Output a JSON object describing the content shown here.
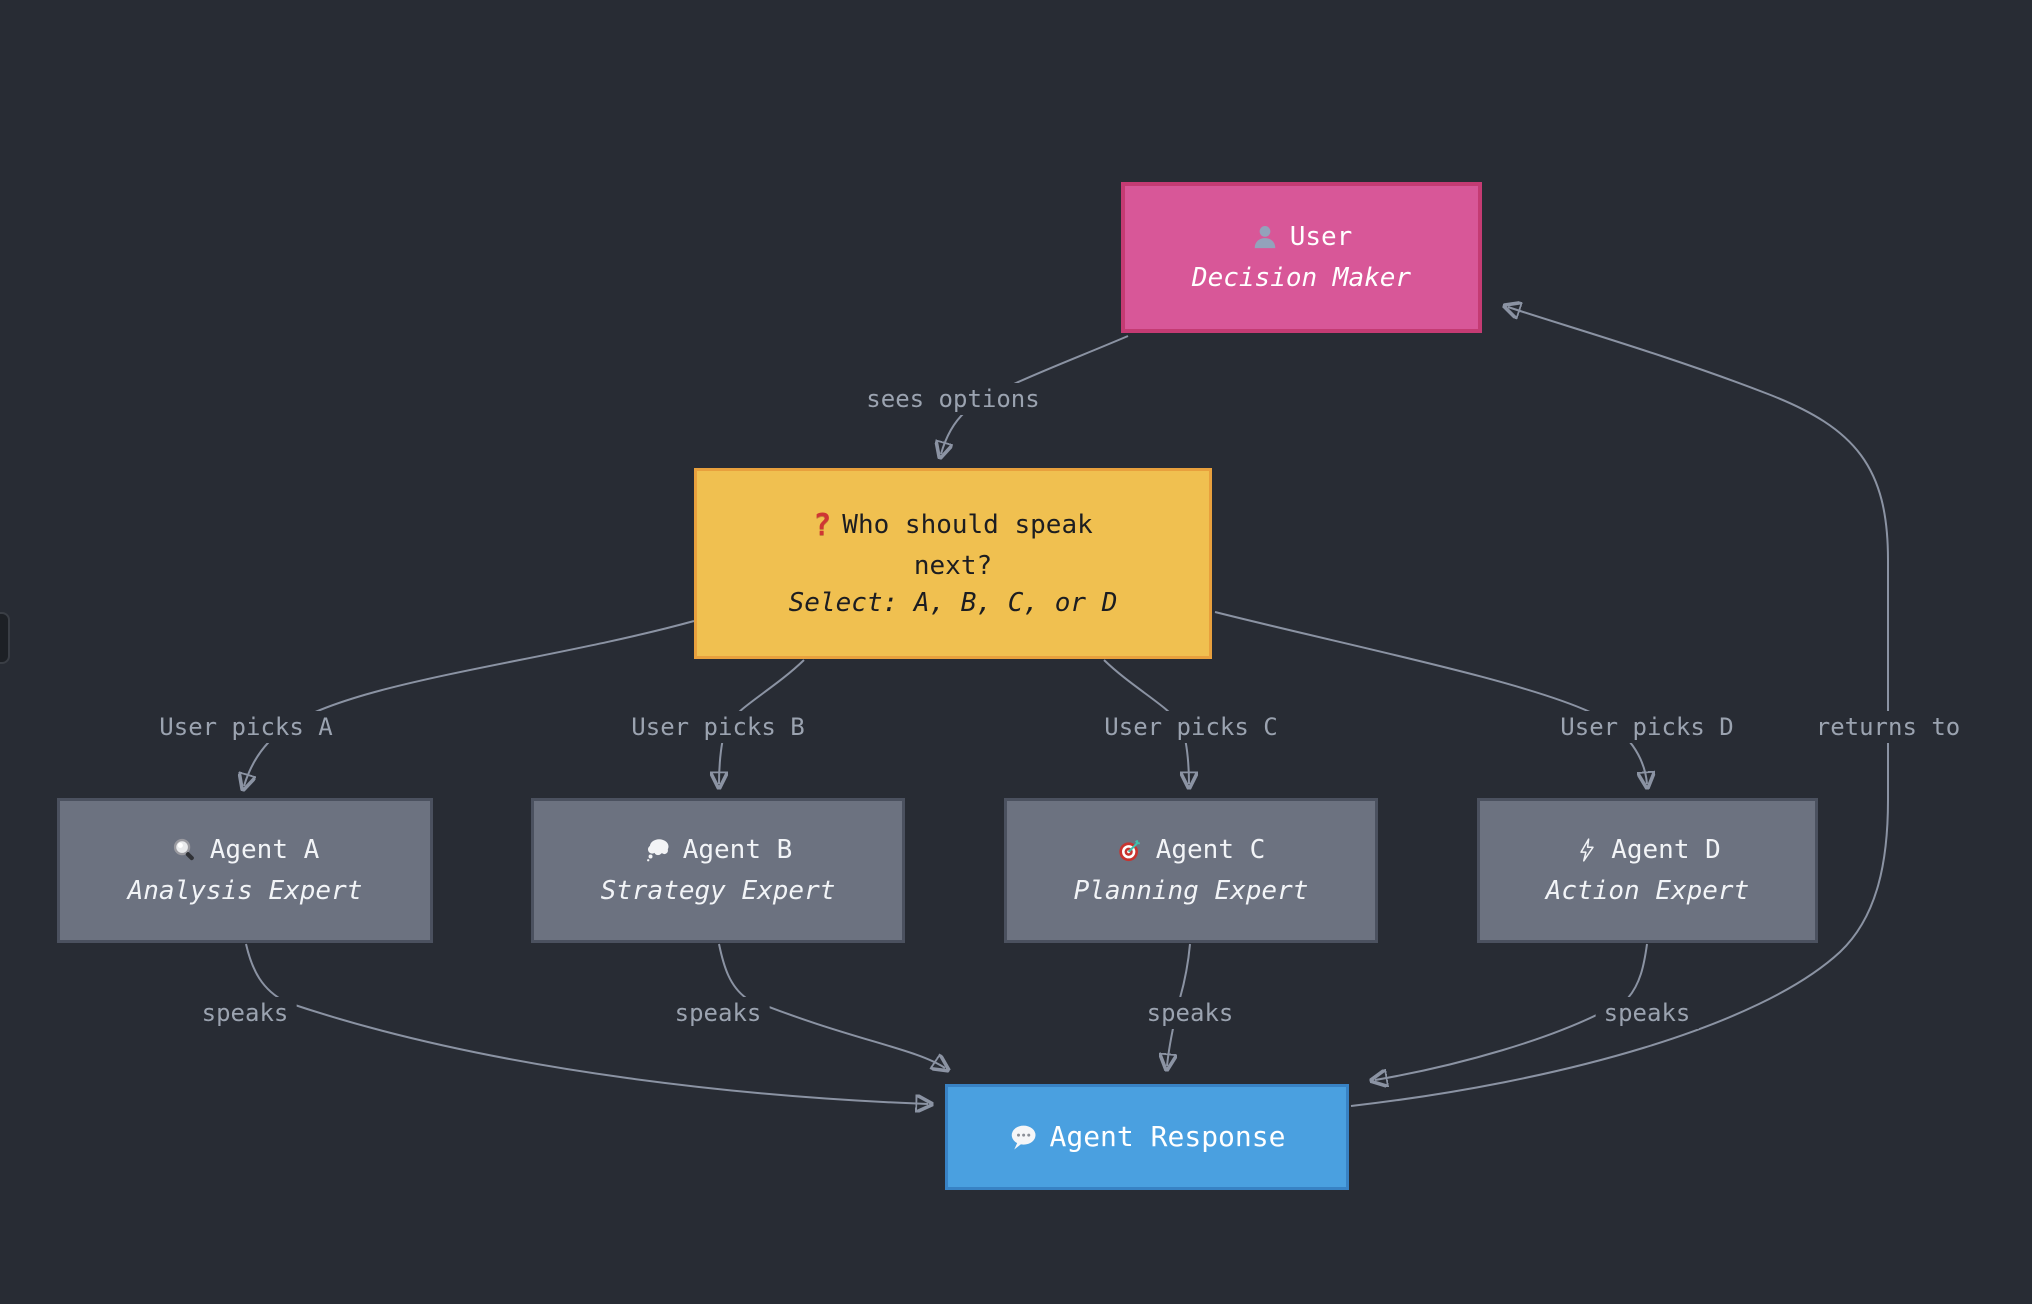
{
  "diagram": {
    "background_color": "#282c34",
    "edge_color": "#8b93a3",
    "edge_label_color": "#9ba3b0"
  },
  "nodes": {
    "user": {
      "icon": "user-silhouette-icon",
      "title": "User",
      "subtitle": "Decision Maker",
      "fill": "#d85798",
      "border": "#c43b73",
      "text_color": "#ffffff"
    },
    "question": {
      "icon": "red-question-mark-icon",
      "icon_glyph": "?",
      "title_lines": [
        "Who should speak",
        "next?"
      ],
      "subtitle": "Select: A, B, C, or D",
      "fill": "#f0c050",
      "border": "#e8a03d",
      "text_color": "#1c1d21"
    },
    "agent_a": {
      "icon": "magnifying-glass-icon",
      "title": "Agent A",
      "subtitle": "Analysis Expert",
      "fill": "#6c7280",
      "border": "#4b515f",
      "text_color": "#f2f4f7"
    },
    "agent_b": {
      "icon": "thought-balloon-icon",
      "title": "Agent B",
      "subtitle": "Strategy Expert",
      "fill": "#6c7280",
      "border": "#4b515f",
      "text_color": "#f2f4f7"
    },
    "agent_c": {
      "icon": "target-dart-icon",
      "title": "Agent C",
      "subtitle": "Planning Expert",
      "fill": "#6c7280",
      "border": "#4b515f",
      "text_color": "#f2f4f7"
    },
    "agent_d": {
      "icon": "lightning-bolt-icon",
      "title": "Agent D",
      "subtitle": "Action Expert",
      "fill": "#6c7280",
      "border": "#4b515f",
      "text_color": "#f2f4f7"
    },
    "response": {
      "icon": "speech-balloon-icon",
      "title": "Agent Response",
      "fill": "#4aa0e0",
      "border": "#3882c4",
      "text_color": "#ffffff"
    }
  },
  "edge_labels": {
    "sees_options": "sees options",
    "picks_a": "User picks A",
    "picks_b": "User picks B",
    "picks_c": "User picks C",
    "picks_d": "User picks D",
    "speaks_a": "speaks",
    "speaks_b": "speaks",
    "speaks_c": "speaks",
    "speaks_d": "speaks",
    "returns_to": "returns to"
  }
}
